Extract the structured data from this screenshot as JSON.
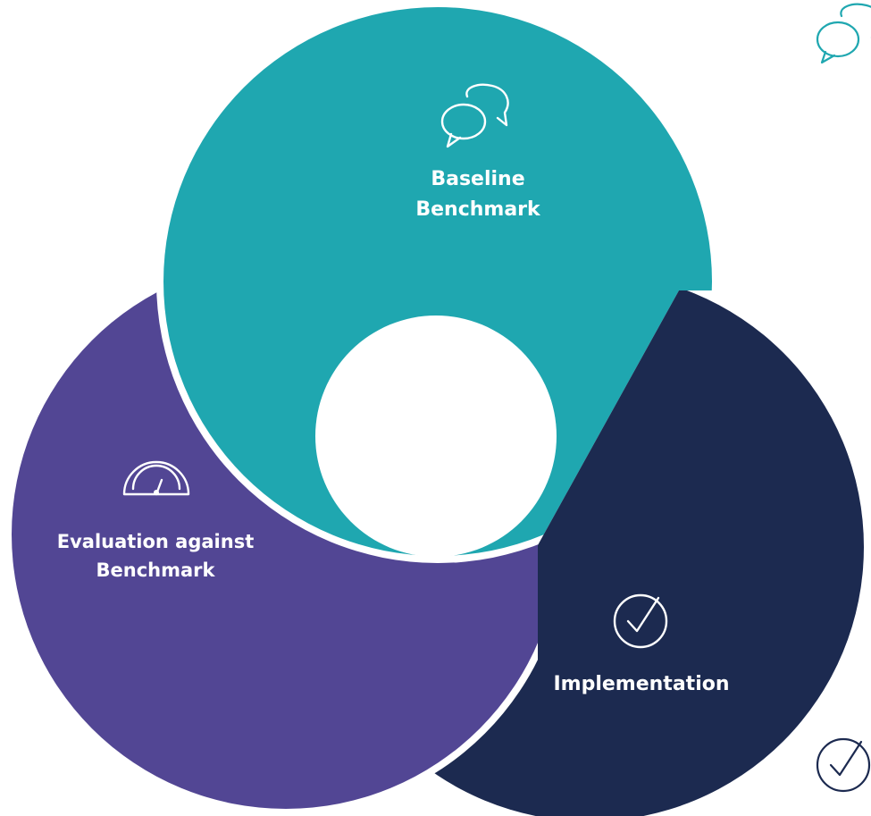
{
  "colors": {
    "teal": "#1fa7b0",
    "purple": "#524694",
    "navy": "#1c2a50",
    "background": "#ffffff",
    "label": "#ffffff"
  },
  "segments": [
    {
      "id": "baseline",
      "label_lines": [
        "Baseline",
        "Benchmark"
      ],
      "icon": "chat-bubbles-icon",
      "color": "#1fa7b0"
    },
    {
      "id": "evaluation",
      "label_lines": [
        "Evaluation against",
        "Benchmark"
      ],
      "icon": "gauge-icon",
      "color": "#524694"
    },
    {
      "id": "implementation",
      "label_lines": [
        "Implementation"
      ],
      "icon": "check-circle-icon",
      "color": "#1c2a50"
    }
  ],
  "edge_icons": [
    "chat-bubbles-icon",
    "check-circle-icon"
  ]
}
